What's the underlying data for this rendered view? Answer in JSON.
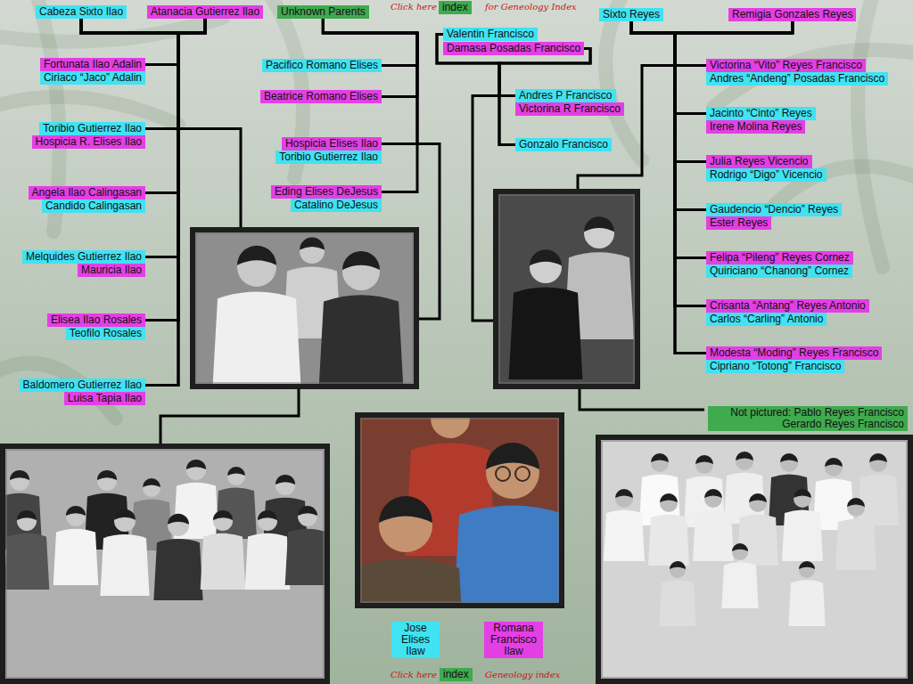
{
  "diagram": {
    "nodes": [
      {
        "text": [
          "Cabeza Sixto Ilao"
        ]
      },
      {
        "text": [
          "Atanacia Gutierrez Ilao"
        ]
      },
      {
        "text": [
          "Unknown Parents"
        ]
      },
      {
        "text": [
          "index"
        ]
      },
      {
        "text": [
          "Sixto Reyes"
        ]
      },
      {
        "text": [
          "Remigia Gonzales Reyes"
        ]
      },
      {
        "text": [
          "Valentin Francisco"
        ]
      },
      {
        "text": [
          "Damasa Posadas Francisco"
        ]
      },
      {
        "text": [
          "Fortunata Ilao Adalin"
        ]
      },
      {
        "text": [
          "Ciriaco “Jaco” Adalin"
        ]
      },
      {
        "text": [
          "Pacifico Romano Elises"
        ]
      },
      {
        "text": [
          "Victorina “Vito” Reyes Francisco"
        ]
      },
      {
        "text": [
          "Andres “Andeng” Posadas Francisco"
        ]
      },
      {
        "text": [
          "Andres P Francisco"
        ]
      },
      {
        "text": [
          "Beatrice Romano Elises"
        ]
      },
      {
        "text": [
          "Victorina R Francisco"
        ]
      },
      {
        "text": [
          "Jacinto “Cinto” Reyes"
        ]
      },
      {
        "text": [
          "Irene Molina Reyes"
        ]
      },
      {
        "text": [
          "Toribio Gutierrez Ilao"
        ]
      },
      {
        "text": [
          "Hospicia R. Elises Ilao"
        ]
      },
      {
        "text": [
          "Hospicia Elises Ilao"
        ]
      },
      {
        "text": [
          "Gonzalo Francisco"
        ]
      },
      {
        "text": [
          "Toribio Gutierrez Ilao"
        ]
      },
      {
        "text": [
          "Julia Reyes Vicencio"
        ]
      },
      {
        "text": [
          "Rodrigo “Digo” Vicencio"
        ]
      },
      {
        "text": [
          "Angela Ilao Calingasan"
        ]
      },
      {
        "text": [
          "Eding Elises DeJesus"
        ]
      },
      {
        "text": [
          "Candido Calingasan"
        ]
      },
      {
        "text": [
          "Catalino DeJesus"
        ]
      },
      {
        "text": [
          "Gaudencio “Dencio” Reyes"
        ]
      },
      {
        "text": [
          "Ester Reyes"
        ]
      },
      {
        "text": [
          "Melquides Gutierrez Ilao"
        ]
      },
      {
        "text": [
          "Felipa “Pileng” Reyes Cornez"
        ]
      },
      {
        "text": [
          "Mauricia Ilao"
        ]
      },
      {
        "text": [
          "Quiriciano “Chanong” Cornez"
        ]
      },
      {
        "text": [
          "Crisanta “Antang” Reyes Antonio"
        ]
      },
      {
        "text": [
          "Carlos “Carling” Antonio"
        ]
      },
      {
        "text": [
          "Elisea Ilao Rosales"
        ]
      },
      {
        "text": [
          "Teofilo Rosales"
        ]
      },
      {
        "text": [
          "Modesta “Moding” Reyes Francisco"
        ]
      },
      {
        "text": [
          "Cipriano “Totong” Francisco"
        ]
      },
      {
        "text": [
          "Baldomero Gutierrez Ilao"
        ]
      },
      {
        "text": [
          "Luisa Tapia Ilao"
        ]
      },
      {
        "text": [
          "Not pictured: Pablo Reyes Francisco Gerardo Reyes Francisco"
        ]
      },
      {
        "text": [
          "Jose Elises Ilaw"
        ]
      },
      {
        "text": [
          "Romana Francisco Ilaw"
        ]
      },
      {
        "text": [
          "index"
        ]
      }
    ],
    "edges": [
      {
        "from": 0,
        "to": 8,
        "arrow": "none"
      },
      {
        "from": 1,
        "to": 8,
        "arrow": "none"
      },
      {
        "from": 0,
        "to": 18,
        "arrow": "none"
      },
      {
        "from": 1,
        "to": 18,
        "arrow": "none"
      },
      {
        "from": 0,
        "to": 25,
        "arrow": "none"
      },
      {
        "from": 1,
        "to": 25,
        "arrow": "none"
      },
      {
        "from": 0,
        "to": 31,
        "arrow": "none"
      },
      {
        "from": 1,
        "to": 31,
        "arrow": "none"
      },
      {
        "from": 0,
        "to": 37,
        "arrow": "none"
      },
      {
        "from": 1,
        "to": 37,
        "arrow": "none"
      },
      {
        "from": 0,
        "to": 41,
        "arrow": "none"
      },
      {
        "from": 1,
        "to": 41,
        "arrow": "none"
      },
      {
        "from": 2,
        "to": 10,
        "arrow": "none"
      },
      {
        "from": 2,
        "to": 14,
        "arrow": "none"
      },
      {
        "from": 2,
        "to": 20,
        "arrow": "none"
      },
      {
        "from": 2,
        "to": 26,
        "arrow": "none"
      },
      {
        "from": 6,
        "to": 13,
        "arrow": "none"
      },
      {
        "from": 7,
        "to": 13,
        "arrow": "none"
      },
      {
        "from": 6,
        "to": 21,
        "arrow": "none"
      },
      {
        "from": 7,
        "to": 21,
        "arrow": "none"
      },
      {
        "from": 4,
        "to": 11,
        "arrow": "none"
      },
      {
        "from": 5,
        "to": 11,
        "arrow": "none"
      },
      {
        "from": 4,
        "to": 16,
        "arrow": "none"
      },
      {
        "from": 5,
        "to": 16,
        "arrow": "none"
      },
      {
        "from": 4,
        "to": 23,
        "arrow": "none"
      },
      {
        "from": 5,
        "to": 23,
        "arrow": "none"
      },
      {
        "from": 4,
        "to": 29,
        "arrow": "none"
      },
      {
        "from": 5,
        "to": 29,
        "arrow": "none"
      },
      {
        "from": 4,
        "to": 32,
        "arrow": "none"
      },
      {
        "from": 5,
        "to": 32,
        "arrow": "none"
      },
      {
        "from": 4,
        "to": 35,
        "arrow": "none"
      },
      {
        "from": 5,
        "to": 35,
        "arrow": "none"
      },
      {
        "from": 4,
        "to": 39,
        "arrow": "none"
      },
      {
        "from": 5,
        "to": 39,
        "arrow": "none"
      }
    ],
    "labels": [
      "Click here",
      "for Geneology Index",
      "Click here",
      "Geneology index"
    ]
  }
}
